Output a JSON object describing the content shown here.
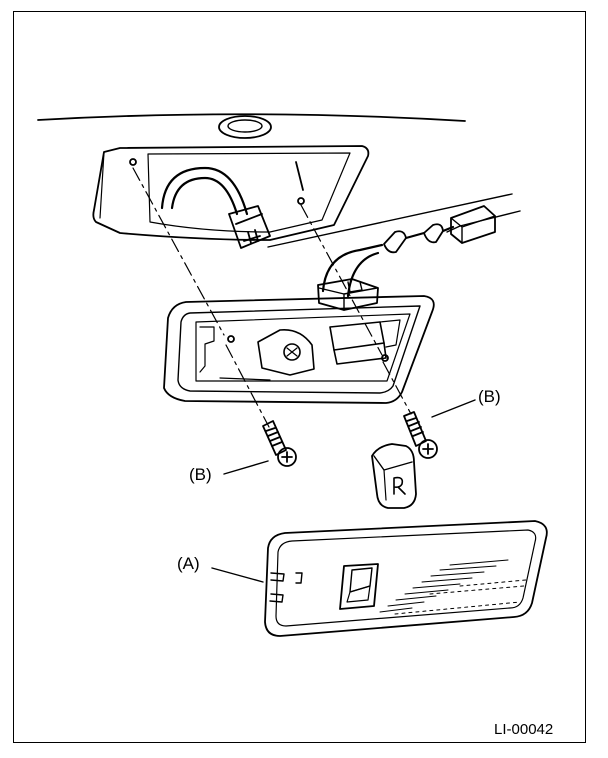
{
  "figure": {
    "code": "LI-00042",
    "callouts": {
      "a": "(A)",
      "b_left": "(B)",
      "b_right": "(B)"
    }
  },
  "parts": {
    "lens_switch_icon": "switch-icon",
    "bulb_icon": "wedge-bulb-icon",
    "screw_icon": "phillips-screw-icon"
  },
  "colors": {
    "line": "#000000",
    "background": "#ffffff"
  }
}
